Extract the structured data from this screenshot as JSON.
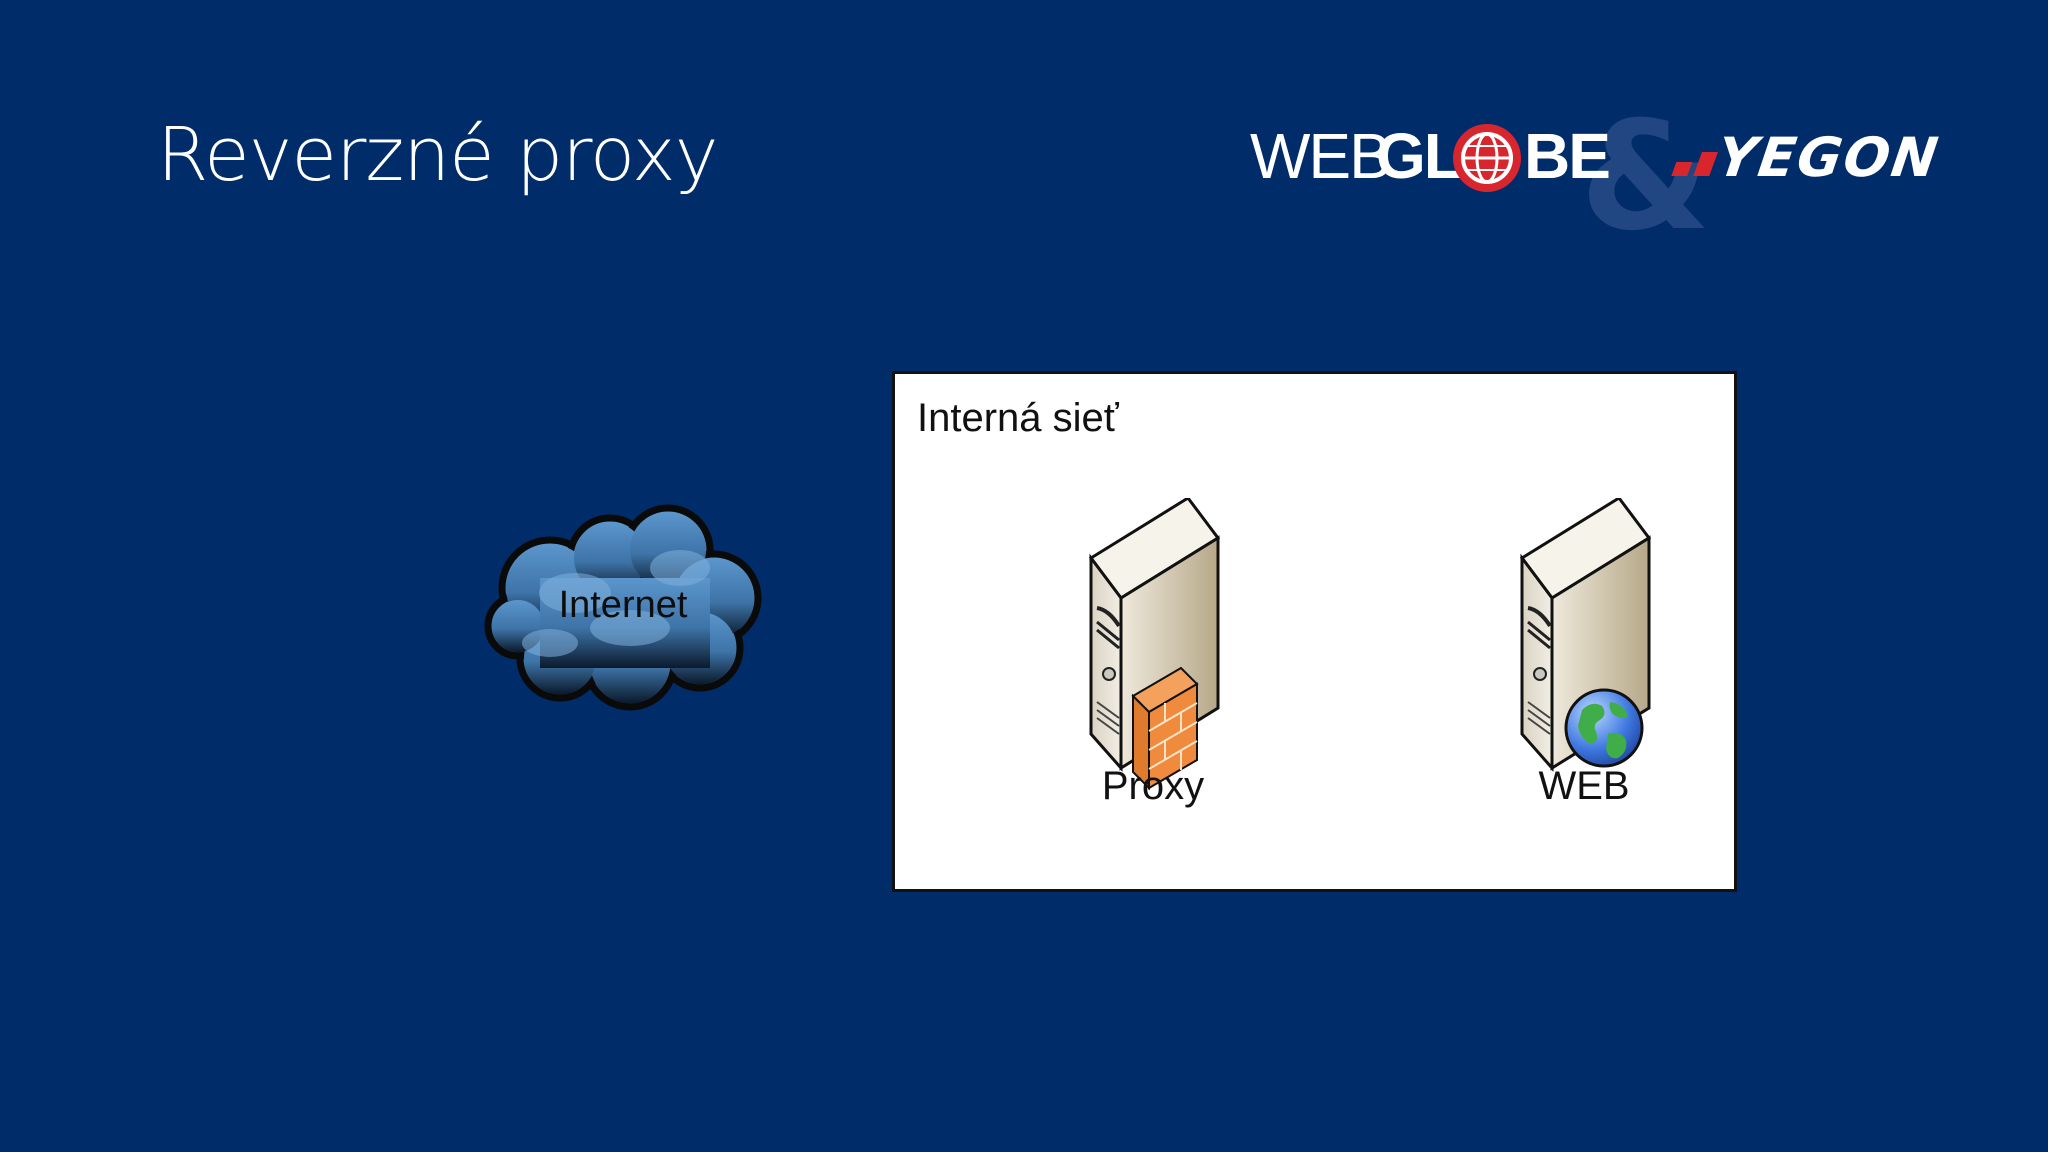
{
  "slide": {
    "title": "Reverzné proxy"
  },
  "logo": {
    "brand_one": "WEBGLOBE",
    "ampersand": "&",
    "brand_two": "YEGON"
  },
  "diagram": {
    "internet_label": "Internet",
    "network_label": "Interná sieť",
    "servers": [
      {
        "label": "Proxy",
        "icon": "firewall-icon"
      },
      {
        "label": "WEB",
        "icon": "globe-icon"
      }
    ]
  },
  "colors": {
    "background": "#002c6a",
    "logo_red": "#d7262e",
    "cloud": "#4d86bd"
  }
}
